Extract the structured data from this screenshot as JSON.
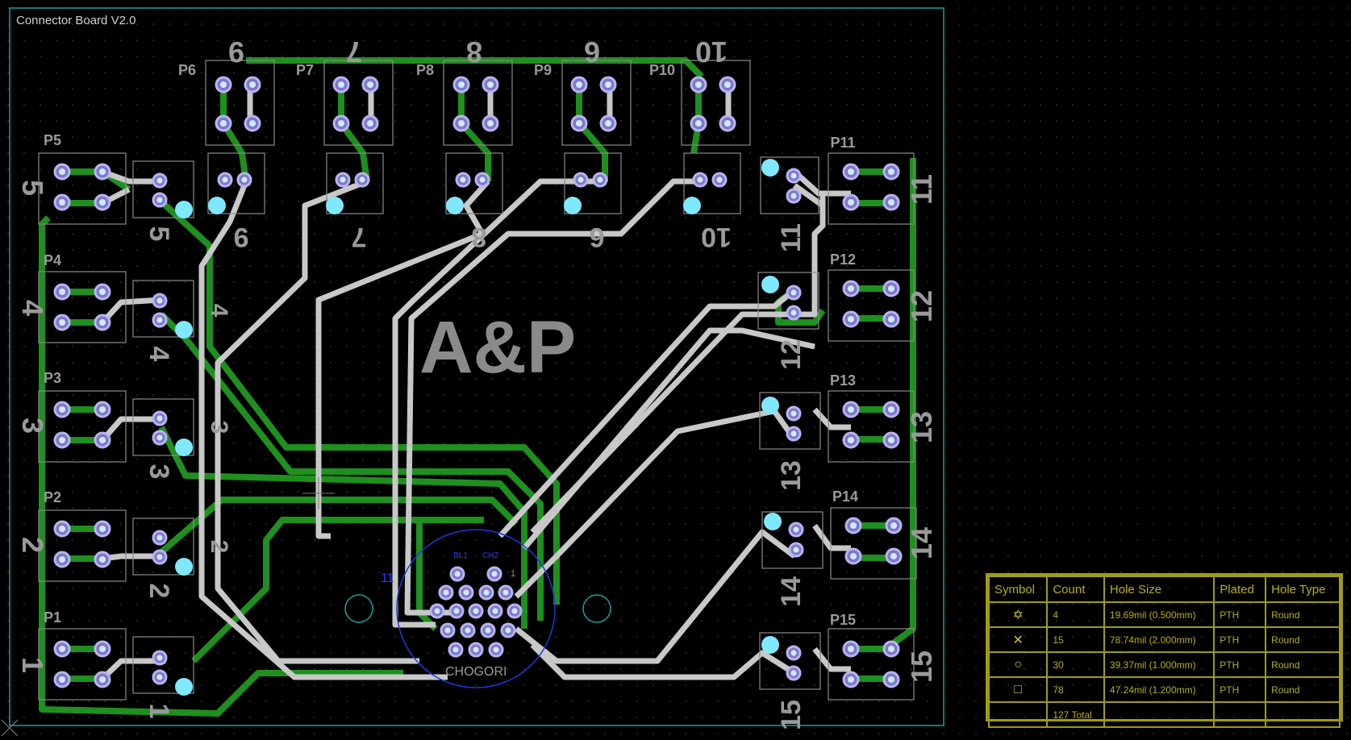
{
  "board": {
    "title": "Connector Board V2.0",
    "logo": "A&P",
    "connector_label": "CHOGORI",
    "small_labels": [
      "BL1",
      "CH2",
      "11",
      "1"
    ]
  },
  "top_numbers": [
    "9",
    "7",
    "8",
    "6",
    "10"
  ],
  "connectors_top": [
    "P6",
    "P7",
    "P8",
    "P9",
    "P10"
  ],
  "connectors_left": [
    "P5",
    "P4",
    "P3",
    "P2",
    "P1"
  ],
  "connectors_right": [
    "P11",
    "P12",
    "P13",
    "P14",
    "P15"
  ],
  "left_numbers": [
    "5",
    "4",
    "3",
    "2",
    "1"
  ],
  "right_numbers": [
    "11",
    "12",
    "13",
    "14",
    "15"
  ],
  "inner_numbers_left": [
    "5",
    "4",
    "3",
    "2",
    "1"
  ],
  "inner_numbers_top": [
    "9",
    "7",
    "8",
    "6",
    "10"
  ],
  "inner_numbers_right": [
    "11",
    "12",
    "13",
    "14",
    "15"
  ],
  "hole_table": {
    "headers": [
      "Symbol",
      "Count",
      "Hole Size",
      "Plated",
      "Hole Type"
    ],
    "rows": [
      {
        "symbol": "✡",
        "count": "4",
        "size": "19.69mil (0.500mm)",
        "plated": "PTH",
        "type": "Round"
      },
      {
        "symbol": "✕",
        "count": "15",
        "size": "78.74mil (2.000mm)",
        "plated": "PTH",
        "type": "Round"
      },
      {
        "symbol": "○",
        "count": "30",
        "size": "39.37mil (1.000mm)",
        "plated": "PTH",
        "type": "Round"
      },
      {
        "symbol": "□",
        "count": "78",
        "size": "47.24mil (1.200mm)",
        "plated": "PTH",
        "type": "Round"
      }
    ],
    "total": "127 Total"
  },
  "colors": {
    "trace_top": "#1f8f1f",
    "trace_bottom": "#c8c8c8",
    "pad": "#b9b4f0",
    "via": "#7fe8ff",
    "silk": "#9a9a9a",
    "outline": "#1aa0a0",
    "table": "#a09a18"
  }
}
